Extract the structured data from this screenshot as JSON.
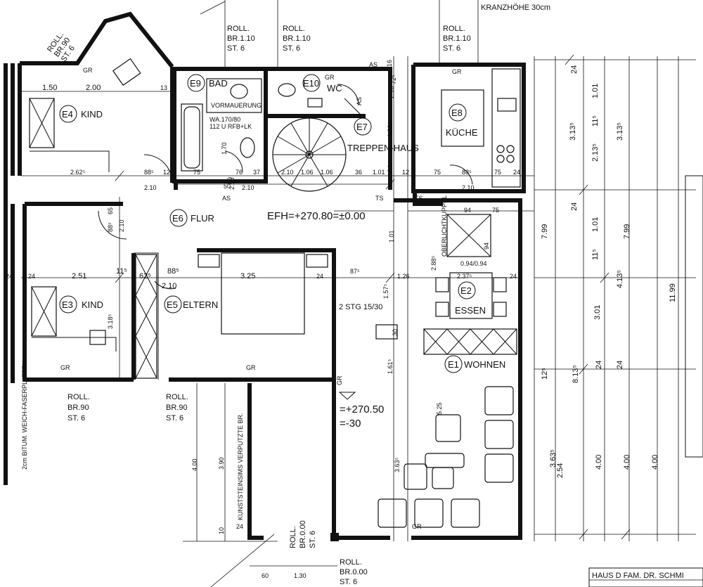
{
  "plan": {
    "header_right": "KRANZHÖHE 30cm",
    "title_block": "HAUS D FAM. DR. SCHMI",
    "floor_level_main": "EFH=+270.80=±0.00",
    "terrace_level": "=+270.50",
    "terrace_offset": "=-30",
    "stair_spec": "2 STG 15/30",
    "skylight": "OBERLICHTKUPPEL",
    "skylight_size": "0.94/0.94",
    "wall_note_vertical": "KUNSTSTEINSIMS VERPUTZTE BR.",
    "insulation_note": "2cm BITUM. WEICH-FASERPLATTEN"
  },
  "rooms": [
    {
      "id": "E4",
      "name": "KIND"
    },
    {
      "id": "E9",
      "name": "BAD"
    },
    {
      "id": "E10",
      "name": "WC"
    },
    {
      "id": "E7",
      "name": "TREPPEN-HAUS"
    },
    {
      "id": "E8",
      "name": "KÜCHE"
    },
    {
      "id": "E6",
      "name": "FLUR"
    },
    {
      "id": "E3",
      "name": "KIND"
    },
    {
      "id": "E5",
      "name": "ELTERN"
    },
    {
      "id": "E2",
      "name": "ESSEN"
    },
    {
      "id": "E1",
      "name": "WOHNEN"
    }
  ],
  "bath_notes": {
    "wall": "VORMAUERUNG",
    "basin": "WA.170/80",
    "basin2": "112 U RFB+LK"
  },
  "shutters": {
    "kind_top": [
      "ROLL.",
      "BR.90",
      "ST. 6"
    ],
    "bad": [
      "ROLL.",
      "BR.1.10",
      "ST. 6"
    ],
    "wc": [
      "ROLL.",
      "BR.1.10",
      "ST. 6"
    ],
    "kueche": [
      "ROLL.",
      "BR.1.10",
      "ST. 6"
    ],
    "kind_bottom": [
      "ROLL.",
      "BR.90",
      "ST. 6"
    ],
    "eltern_bottom": [
      "ROLL.",
      "BR.90",
      "ST. 6"
    ],
    "terrace": [
      "ROLL.",
      "BR.0.00",
      "ST. 6"
    ],
    "terrace2": [
      "ROLL.",
      "BR.0.00",
      "ST. 6"
    ]
  },
  "dims_horizontal": [
    "1.50",
    "2.00",
    "13",
    "2.62⁵",
    "88⁵",
    "2.10",
    "12",
    "75",
    "76",
    "37",
    "2.10",
    "1.06",
    "1.06",
    "36",
    "1.01",
    "12",
    "75",
    "88⁵",
    "2.10",
    "75",
    "24",
    "2.51",
    "11⁵",
    "62⁵",
    "88⁵",
    "2.10",
    "3.25",
    "24",
    "87⁵",
    "1.26",
    "24",
    "2.37⁵",
    "94",
    "75",
    "50",
    "24",
    "24",
    "60",
    "1.30"
  ],
  "dims_vertical_right": [
    "1.01",
    "3.13⁵",
    "2.13⁵",
    "11⁵",
    "3.13⁵",
    "7.99",
    "1.01",
    "11⁵",
    "4.13⁵",
    "7.99",
    "11.99",
    "3.01",
    "8.13⁵",
    "12⁵",
    "3.63⁵",
    "2.54",
    "4.00",
    "4.00",
    "4.00",
    "24",
    "24",
    "24",
    "24"
  ],
  "dims_misc": [
    "2.10",
    "1.70",
    "50",
    "2.10",
    "88⁵",
    "65",
    "2.10",
    "2.88⁵",
    "1.57⁵",
    "30",
    "1.61⁵",
    "5.25",
    "3.63⁵",
    "4.00",
    "3.90",
    "10",
    "24",
    "3.18⁵",
    "94",
    "1.01",
    "2.10",
    "1.06⁸",
    "94²",
    "16",
    "72⁵",
    "AS",
    "AS",
    "AS",
    "TS",
    "TS",
    "GR",
    "GR",
    "GR",
    "GR",
    "GR",
    "GR",
    "GR"
  ]
}
